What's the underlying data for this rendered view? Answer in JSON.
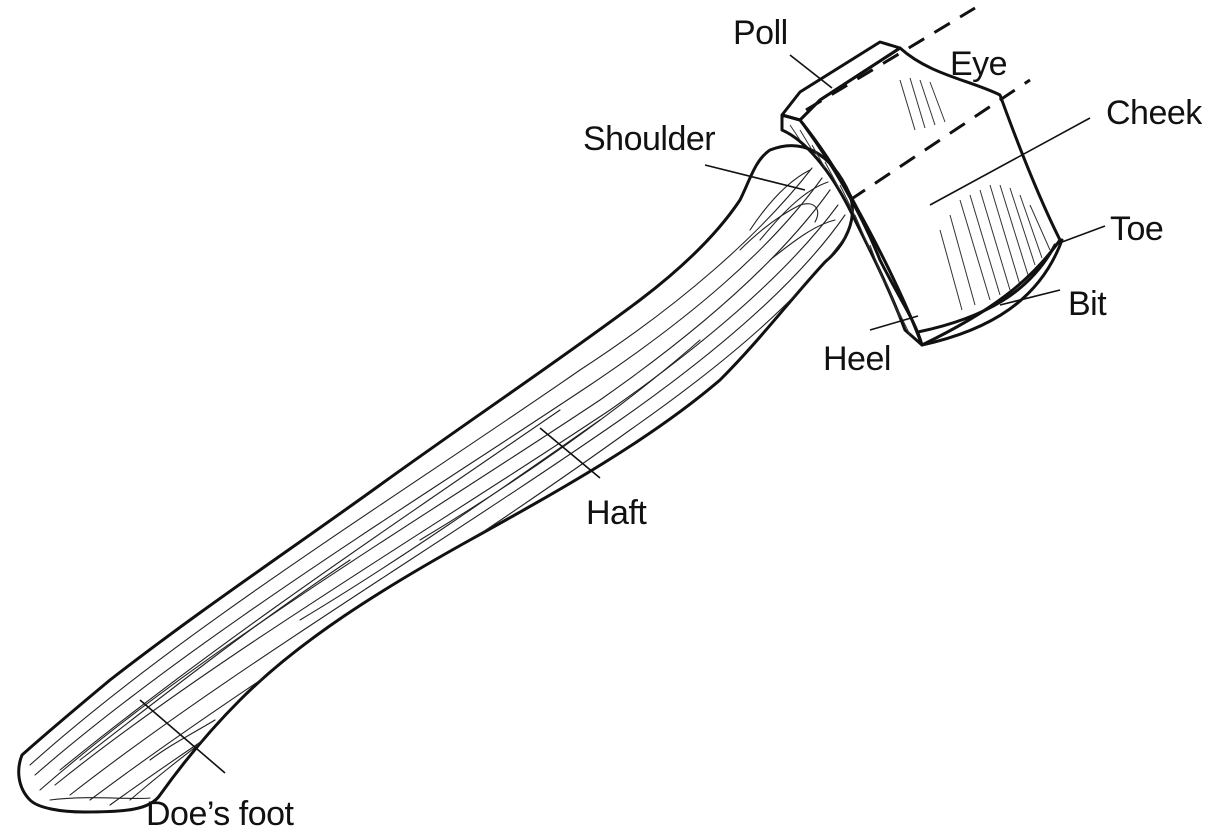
{
  "labels": {
    "poll": "Poll",
    "eye": "Eye",
    "cheek": "Cheek",
    "shoulder": "Shoulder",
    "toe": "Toe",
    "bit": "Bit",
    "heel": "Heel",
    "haft": "Haft",
    "does_foot": "Doe’s foot"
  }
}
